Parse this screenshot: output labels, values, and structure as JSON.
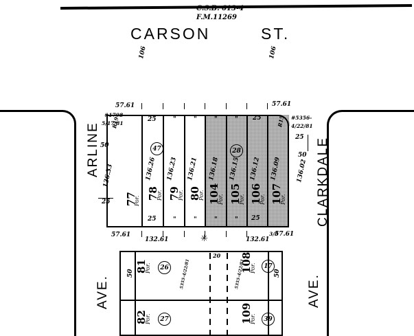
{
  "document": {
    "type": "assessor-parcel-map",
    "heading": {
      "street_name": "CARSON",
      "street_type": "ST.",
      "ref_csb": "C.S.B. 613-4",
      "ref_fm": "F.M.11269"
    },
    "streets": {
      "top": "CARSON ST.",
      "left_name": "ARLINE",
      "left_type": "AVE.",
      "right_name": "CLARKDALE",
      "right_type": "AVE."
    },
    "frontage_top": [
      "106",
      "106"
    ],
    "corner_notes": [
      {
        "id": "left-corner",
        "doc": "#1708",
        "date": "5/17/81",
        "radius": "R19"
      },
      {
        "id": "right-corner",
        "doc": "#5356-",
        "date": "4/22/81",
        "radius": "R15"
      }
    ],
    "upper_block": {
      "top_dims": [
        "57.61",
        "57.61"
      ],
      "top_widths": [
        "25",
        "\"",
        "\"",
        "\"",
        "\"",
        "25",
        "\""
      ],
      "bottom_widths": [
        "25",
        "\"",
        "\"",
        "\"",
        "\"",
        "25",
        "\""
      ],
      "bottom_dims": [
        "57.61",
        "132.61",
        "132.61",
        "57.61"
      ],
      "bottom_fraction": "3/8",
      "left_side_dims": [
        "50",
        "136.33",
        "25"
      ],
      "right_side_dims": [
        "25",
        "50",
        "136.02"
      ],
      "parcels": [
        {
          "number": "77",
          "por": "Por.",
          "depth": "",
          "shaded": false
        },
        {
          "number": "78",
          "por": "Por.",
          "depth": "136.26",
          "shaded": false
        },
        {
          "number": "79",
          "por": "Por.",
          "depth": "136.23",
          "shaded": false
        },
        {
          "number": "80",
          "por": "Por.",
          "depth": "136.21",
          "shaded": false
        },
        {
          "number": "104",
          "por": "Por.",
          "depth": "136.18",
          "shaded": true
        },
        {
          "number": "105",
          "por": "Por.",
          "depth": "136.15",
          "shaded": true
        },
        {
          "number": "106",
          "por": "Por.",
          "depth": "136.12",
          "shaded": true
        },
        {
          "number": "107",
          "por": "Por.",
          "depth": "136.09",
          "shaded": true
        }
      ],
      "circled": [
        {
          "value": "47",
          "parcel": "78"
        },
        {
          "value": "28",
          "parcel": "105"
        }
      ]
    },
    "lower_block": {
      "center_dim": "20",
      "row1": {
        "left": {
          "number": "81",
          "por": "Por.",
          "circled": "26"
        },
        "right": {
          "number": "108",
          "por": "Por.",
          "circled": "17"
        },
        "left_note": "5355-4/22/81",
        "right_note": "5355-4/22/81",
        "side_dim": "50",
        "right_side_dim": "50"
      },
      "row2": {
        "left": {
          "number": "82",
          "por": "Por.",
          "circled": "27"
        },
        "right": {
          "number": "109",
          "por": "Por.",
          "circled": "39"
        }
      }
    },
    "colors": {
      "ink": "#000000",
      "paper": "#ffffff",
      "shaded_fill": "#d8d8d8"
    }
  }
}
